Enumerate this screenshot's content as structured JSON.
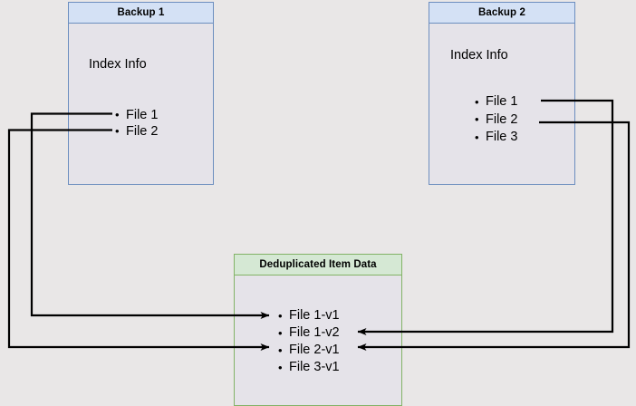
{
  "page": {
    "title": "Backup deduplication diagram",
    "background_color": "#e9e7e7"
  },
  "colors": {
    "blue_border": "#6c8ebf",
    "blue_header_fill": "#d4e1f5",
    "green_border": "#82b366",
    "green_header_fill": "#d5e8d4",
    "body_fill": "#e5e3e9",
    "connector": "#000000"
  },
  "boxes": {
    "backup1": {
      "title": "Backup 1",
      "section_label": "Index Info",
      "files": [
        {
          "label": "File 1"
        },
        {
          "label": "File 2"
        }
      ]
    },
    "backup2": {
      "title": "Backup 2",
      "section_label": "Index Info",
      "files": [
        {
          "label": "File 1"
        },
        {
          "label": "File 2"
        },
        {
          "label": "File 3"
        }
      ]
    },
    "deduplicated": {
      "title": "Deduplicated Item Data",
      "items": [
        {
          "label": "File 1-v1"
        },
        {
          "label": "File 1-v2"
        },
        {
          "label": "File 2-v1"
        },
        {
          "label": "File 3-v1"
        }
      ]
    }
  },
  "connectors": [
    {
      "name": "backup1-file1-to-file1v1",
      "from": "Backup 1 / File 1",
      "to": "Deduplicated Item Data / File 1-v1",
      "direction": "left-route"
    },
    {
      "name": "backup1-file2-to-file2v1",
      "from": "Backup 1 / File 2",
      "to": "Deduplicated Item Data / File 2-v1",
      "direction": "left-route"
    },
    {
      "name": "backup2-file1-to-file1v2",
      "from": "Backup 2 / File 1",
      "to": "Deduplicated Item Data / File 1-v2",
      "direction": "right-route"
    },
    {
      "name": "backup2-file2-to-file2v1",
      "from": "Backup 2 / File 2",
      "to": "Deduplicated Item Data / File 2-v1",
      "direction": "right-route"
    }
  ]
}
